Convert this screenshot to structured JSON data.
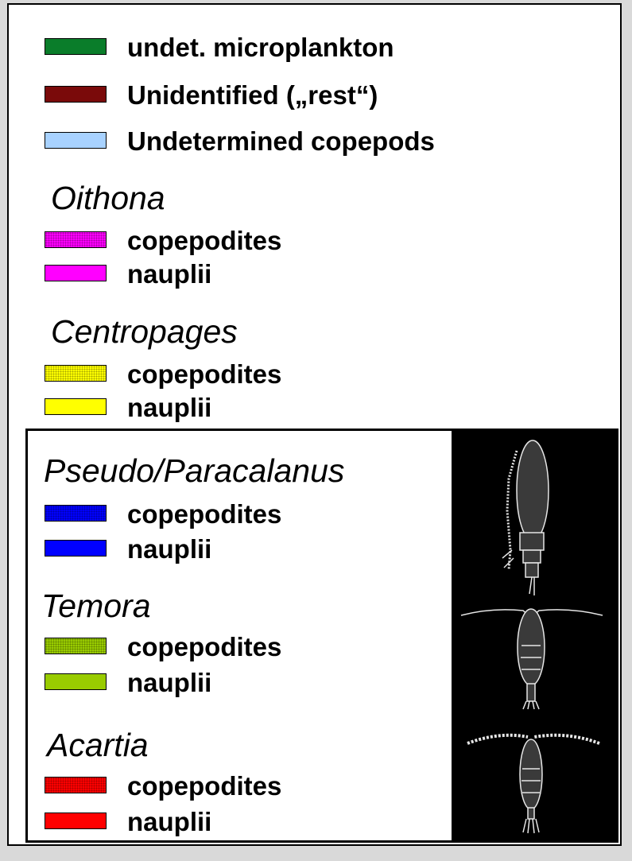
{
  "chart_data": {
    "type": "legend",
    "top_entries": [
      {
        "label": "undet. microplankton",
        "color": "#0a7d2a",
        "pattern": "solid"
      },
      {
        "label": "Unidentified („rest“)",
        "color": "#7a0a0a",
        "pattern": "solid"
      },
      {
        "label": "Undetermined copepods",
        "color": "#a8d2ff",
        "pattern": "solid"
      }
    ],
    "groups": [
      {
        "genus": "Oithona",
        "entries": [
          {
            "label": "copepodites",
            "color": "#ff00ff",
            "pattern": "dotted"
          },
          {
            "label": "nauplii",
            "color": "#ff00ff",
            "pattern": "solid"
          }
        ]
      },
      {
        "genus": "Centropages",
        "entries": [
          {
            "label": "copepodites",
            "color": "#ffff00",
            "pattern": "dotted"
          },
          {
            "label": "nauplii",
            "color": "#ffff00",
            "pattern": "solid"
          }
        ]
      },
      {
        "genus": "Pseudo/Paracalanus",
        "entries": [
          {
            "label": "copepodites",
            "color": "#0000ff",
            "pattern": "dotted"
          },
          {
            "label": "nauplii",
            "color": "#0000ff",
            "pattern": "solid"
          }
        ]
      },
      {
        "genus": "Temora",
        "entries": [
          {
            "label": "copepodites",
            "color": "#99cc00",
            "pattern": "dotted"
          },
          {
            "label": "nauplii",
            "color": "#99cc00",
            "pattern": "solid"
          }
        ]
      },
      {
        "genus": "Acartia",
        "entries": [
          {
            "label": "copepodites",
            "color": "#ff0000",
            "pattern": "dotted"
          },
          {
            "label": "nauplii",
            "color": "#ff0000",
            "pattern": "solid"
          }
        ]
      }
    ]
  }
}
